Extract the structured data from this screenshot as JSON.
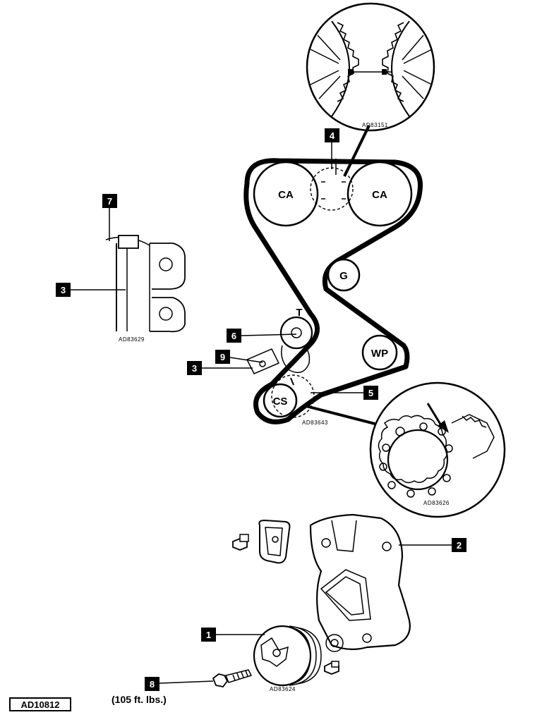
{
  "callouts": {
    "c1": "1",
    "c2": "2",
    "c3a": "3",
    "c3b": "3",
    "c4": "4",
    "c5": "5",
    "c6": "6",
    "c7": "7",
    "c8": "8",
    "c9": "9"
  },
  "pulleys": {
    "ca_left": "CA",
    "ca_right": "CA",
    "idler_g": "G",
    "water_pump": "WP",
    "crankshaft": "CS",
    "tensioner": "T"
  },
  "figure_codes": {
    "cam_detail": "AD83151",
    "tensioner_detail": "AD83629",
    "belt_layout": "AD83643",
    "crank_detail": "AD83626",
    "pulley_part": "AD83624"
  },
  "torque_spec": "(105 ft. lbs.)",
  "figure_ref": "AD10812"
}
